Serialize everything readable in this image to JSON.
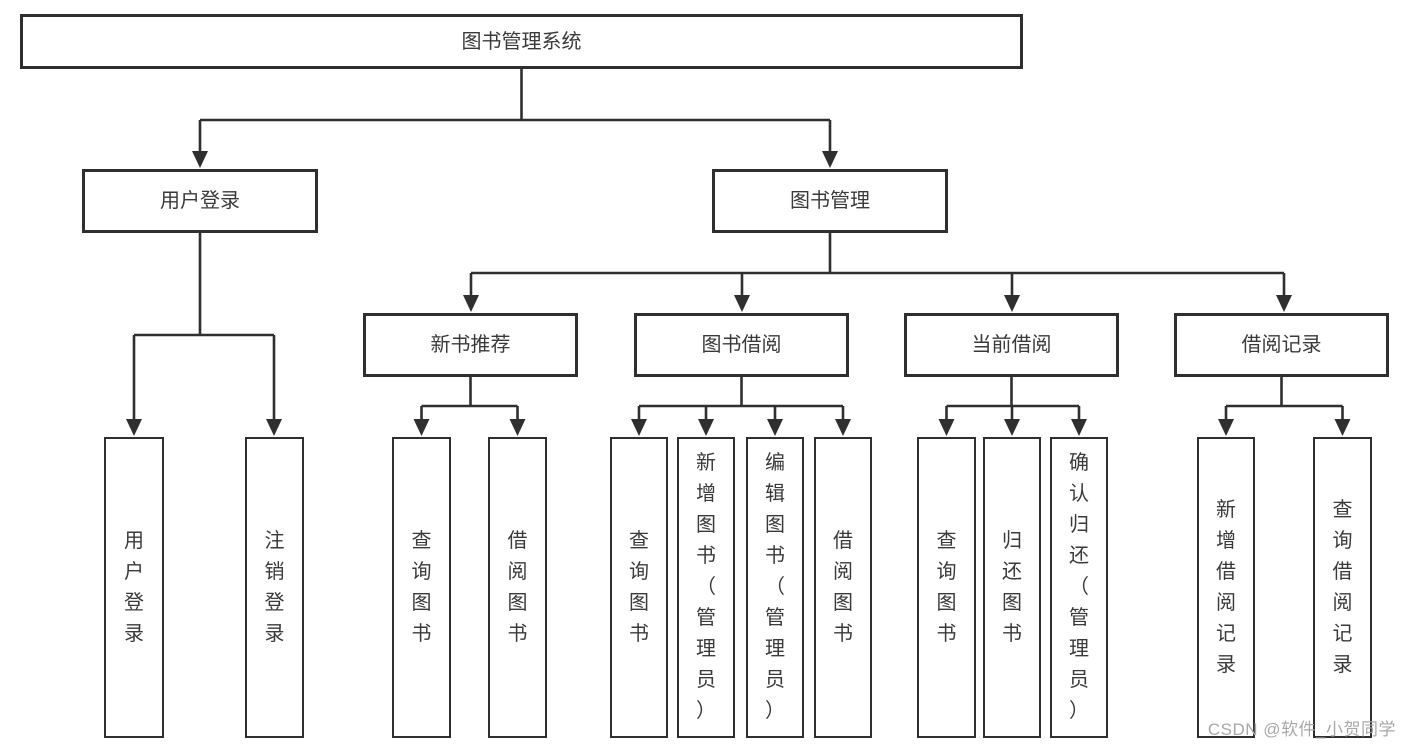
{
  "diagram": {
    "title": "图书管理系统",
    "line_color": "#2f2f2f",
    "nodes": {
      "root": "图书管理系统",
      "user_login": "用户登录",
      "book_mgmt": "图书管理",
      "new_book_rec": "新书推荐",
      "book_borrow": "图书借阅",
      "current_borrow": "当前借阅",
      "borrow_records": "借阅记录",
      "leaf_user_login": "用户登录",
      "leaf_logout": "注销登录",
      "leaf_rec_query": "查询图书",
      "leaf_rec_borrow": "借阅图书",
      "leaf_bb_query": "查询图书",
      "leaf_bb_add": "新增图书（管理员）",
      "leaf_bb_edit": "编辑图书（管理员）",
      "leaf_bb_borrow": "借阅图书",
      "leaf_cb_query": "查询图书",
      "leaf_cb_return": "归还图书",
      "leaf_cb_confirm": "确认归还（管理员）",
      "leaf_br_add": "新增借阅记录",
      "leaf_br_query": "查询借阅记录"
    }
  },
  "watermark": "CSDN @软件_小贺同学"
}
